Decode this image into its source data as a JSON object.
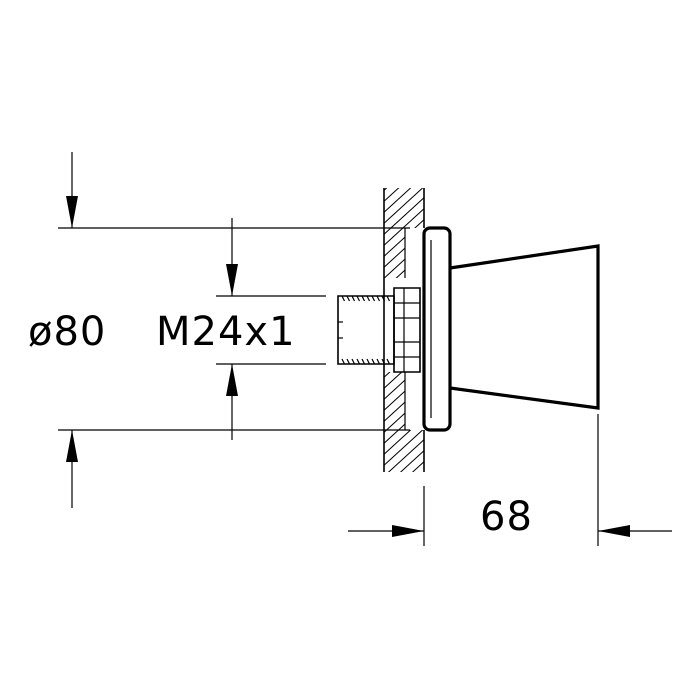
{
  "diagram": {
    "dimensions": {
      "outer_diameter": "ø80",
      "thread": "M24x1",
      "depth": "68"
    },
    "colors": {
      "line": "#000000",
      "background": "#ffffff"
    }
  }
}
